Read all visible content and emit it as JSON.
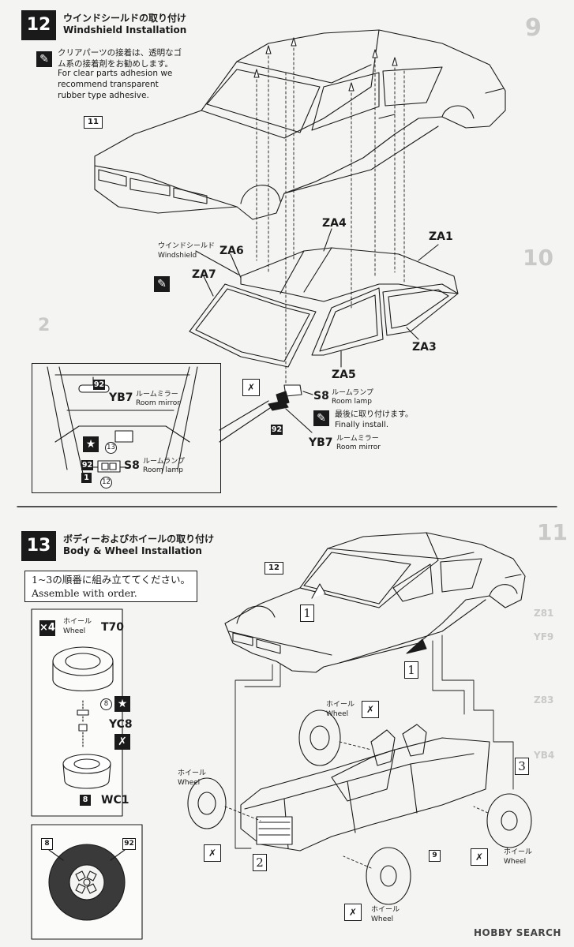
{
  "step12": {
    "number": "12",
    "title_jp": "ウインドシールドの取り付け",
    "title_en": "Windshield Installation",
    "note_jp": "クリアパーツの接着は、透明なゴム系の接着剤をお勧めします。",
    "note_en": "For clear parts adhesion we recommend transparent rubber type adhesive.",
    "body_ref": "11",
    "windshield_jp": "ウインドシールド",
    "windshield_en": "Windshield",
    "parts": {
      "za1": "ZA1",
      "za3": "ZA3",
      "za4": "ZA4",
      "za5": "ZA5",
      "za6": "ZA6",
      "za7": "ZA7"
    },
    "room_lamp_code": "S8",
    "room_lamp_jp": "ルームランプ",
    "room_lamp_en": "Room lamp",
    "room_mirror_code": "YB7",
    "room_mirror_jp": "ルームミラー",
    "room_mirror_en": "Room mirror",
    "finally_jp": "最後に取り付けます。",
    "finally_en": "Finally install.",
    "paint_92": "92",
    "inset": {
      "mirror_code": "YB7",
      "mirror_jp": "ルームミラー",
      "mirror_en": "Room mirror",
      "mirror_color": "92",
      "lamp_code": "S8",
      "lamp_jp": "ルームランプ",
      "lamp_en": "Room lamp",
      "lamp_colors": [
        "92",
        "1"
      ],
      "circle_13": "13",
      "circle_12": "12"
    }
  },
  "step13": {
    "number": "13",
    "title_jp": "ボディーおよびホイールの取り付け",
    "title_en": "Body & Wheel Installation",
    "order_jp": "1~3の順番に組み立ててください。",
    "order_en": "Assemble with order.",
    "body_ref": "12",
    "seq": [
      "1",
      "1",
      "2",
      "3"
    ],
    "wheel_jp": "ホイール",
    "wheel_en": "Wheel",
    "qty": "×4",
    "tire_code": "T70",
    "circle_8": "8",
    "yc8": "YC8",
    "wc1": "WC1",
    "wc1_color": "8",
    "wheel_colors": [
      "8",
      "92"
    ],
    "chassis_ref": "9"
  },
  "ghost": {
    "g1": "9",
    "g2": "10",
    "g3": "11",
    "g4": "2",
    "g5": "Z81",
    "g6": "YF9",
    "g7": "Z83",
    "g8": "YB4"
  },
  "watermark": "HOBBY SEARCH"
}
